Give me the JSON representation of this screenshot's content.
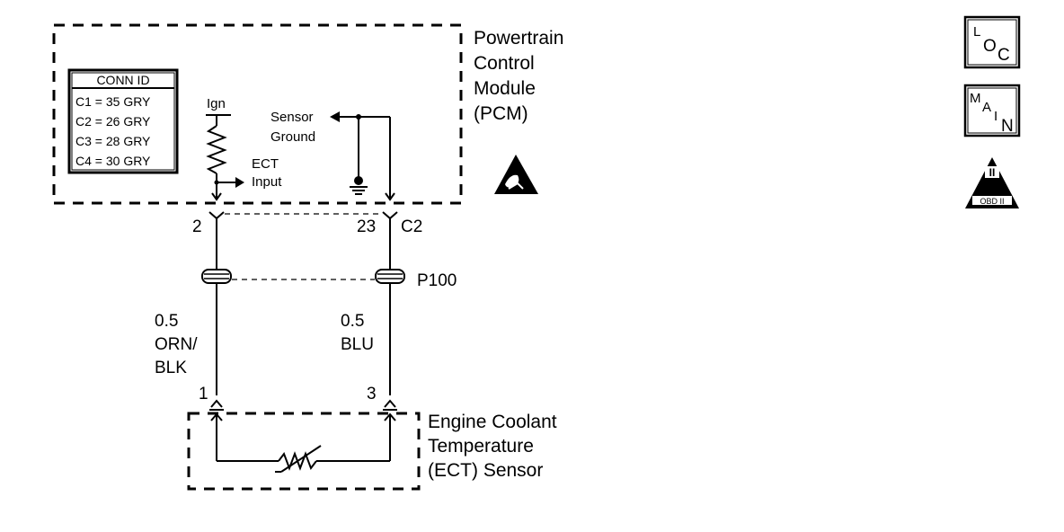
{
  "pcm": {
    "title_lines": [
      "Powertrain",
      "Control",
      "Module",
      "(PCM)"
    ]
  },
  "conn_id": {
    "header": "CONN ID",
    "rows": [
      "C1 = 35 GRY",
      "C2 = 26 GRY",
      "C3 = 28 GRY",
      "C4 = 30 GRY"
    ]
  },
  "labels": {
    "ign": "Ign",
    "ect_input_line1": "ECT",
    "ect_input_line2": "Input",
    "sensor_ground_line1": "Sensor",
    "sensor_ground_line2": "Ground",
    "pin_left_pcm": "2",
    "pin_right_pcm": "23",
    "connector_c2": "C2",
    "splice": "P100",
    "wire_left_line1": "0.5",
    "wire_left_line2": "ORN/",
    "wire_left_line3": "BLK",
    "wire_right_line1": "0.5",
    "wire_right_line2": "BLU",
    "pin_left_sensor": "1",
    "pin_right_sensor": "3"
  },
  "sensor": {
    "title_lines": [
      "Engine Coolant",
      "Temperature",
      "(ECT) Sensor"
    ]
  },
  "icons": {
    "loc": {
      "big": "L",
      "small": "O",
      "sub": "C"
    },
    "main": {
      "m": "M",
      "a": "A",
      "i": "I",
      "n": "N"
    },
    "obd": {
      "roman": "II",
      "caption": "OBD II"
    }
  }
}
